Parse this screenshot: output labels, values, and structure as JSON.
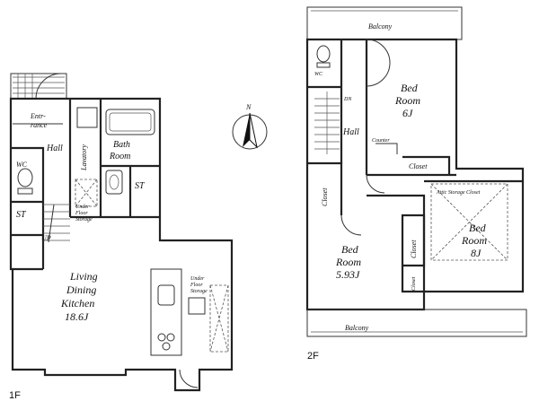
{
  "compass": {
    "label": "N"
  },
  "floor1": {
    "label": "1F",
    "rooms": {
      "hall": "Hall",
      "toilet": "WC",
      "storage1": "ST",
      "storage2": "ST",
      "lavatory": "Lavatory",
      "bath_line1": "Bath",
      "bath_line2": "Room",
      "ldk_line1": "Living",
      "ldk_line2": "Dining",
      "ldk_line3": "Kitchen",
      "ldk_size": "18.6J",
      "entrance_line1": "Entr-",
      "entrance_line2": "rance",
      "under_floor_line1": "Under",
      "under_floor_line2": "Floor",
      "under_floor_line3": "Storage",
      "under_floor2_line1": "Under",
      "under_floor2_line2": "Floor",
      "under_floor2_line3": "Storage",
      "up": "UP"
    }
  },
  "floor2": {
    "label": "2F",
    "rooms": {
      "balcony_top": "Balcony",
      "balcony_bottom": "Balcony",
      "toilet": "WC",
      "hall": "Hall",
      "dn": "DN",
      "bed1_line1": "Bed",
      "bed1_line2": "Room",
      "bed1_size": "6J",
      "bed2_line1": "Bed",
      "bed2_line2": "Room",
      "bed2_size": "5.93J",
      "bed3_line1": "Bed",
      "bed3_line2": "Room",
      "bed3_size": "8J",
      "closet_top": "Closet",
      "closet_left": "Closet",
      "closet_mid": "Closet",
      "closet_small": "Closet",
      "counter": "Counter",
      "attic": "Attic Storage Closet"
    }
  }
}
